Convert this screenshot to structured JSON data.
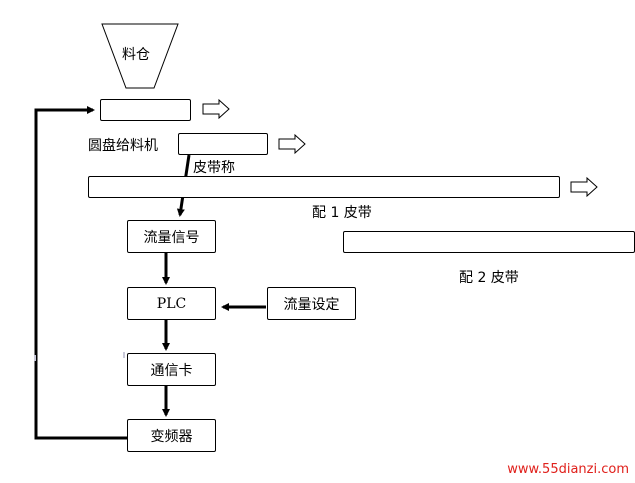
{
  "hopper": {
    "label": "料仓"
  },
  "feeder": {
    "label": "圆盘给料机"
  },
  "belt_scale": {
    "label": "皮带称"
  },
  "belt_1": {
    "label": "配 1 皮带"
  },
  "belt_2": {
    "label": "配 2 皮带"
  },
  "boxes": {
    "flow_signal": "流量信号",
    "plc": "PLC",
    "flow_setting": "流量设定",
    "comm_card": "通信卡",
    "inverter": "变频器"
  },
  "watermark": "www.55dianzi.com",
  "colors": {
    "line": "#000000",
    "watermark": "#e0201b",
    "background": "#ffffff"
  }
}
